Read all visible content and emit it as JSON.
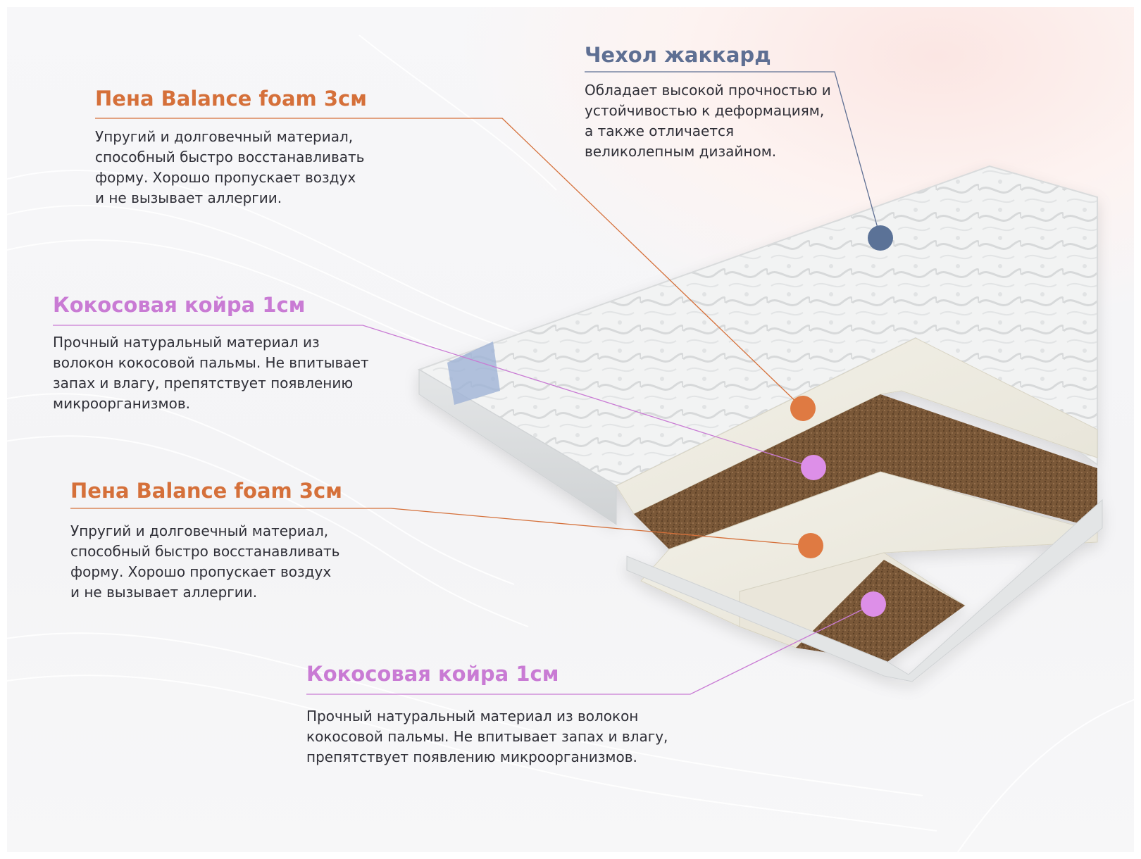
{
  "colors": {
    "orange": "#d5703a",
    "orange_marker": "#df7a42",
    "pink": "#c97bd4",
    "pink_marker": "#dd8fe8",
    "blue": "#5e6f93",
    "blue_marker": "#5b7297",
    "text": "#2f2f37"
  },
  "icons": {
    "product": "mattress-cross-section",
    "markers": "circle-dot"
  },
  "callouts": {
    "cover": {
      "title": "Чехол жаккард",
      "description": "Обладает высокой прочностью и\nустойчивостью к деформациям,\nа также отличается\nвеликолепным дизайном.",
      "color": "blue"
    },
    "foam_top": {
      "title": "Пена Balance foam 3см",
      "description": "Упругий и долговечный материал,\nспособный быстро восстанавливать\nформу. Хорошо пропускает воздух\nи не вызывает аллергии.",
      "color": "orange"
    },
    "coir_top": {
      "title": "Кокосовая койра 1см",
      "description": "Прочный натуральный материал из\nволокон кокосовой пальмы. Не впитывает\nзапах и влагу, препятствует появлению\nмикроорганизмов.",
      "color": "pink"
    },
    "foam_bottom": {
      "title": "Пена Balance foam 3см",
      "description": "Упругий и долговечный материал,\nспособный быстро восстанавливать\nформу. Хорошо пропускает воздух\nи не вызывает аллергии.",
      "color": "orange"
    },
    "coir_bottom": {
      "title": "Кокосовая койра 1см",
      "description": "Прочный натуральный материал из волокон\nкокосовой пальмы. Не впитывает запах и влагу,\nпрепятствует появлению микроорганизмов.",
      "color": "pink"
    }
  }
}
